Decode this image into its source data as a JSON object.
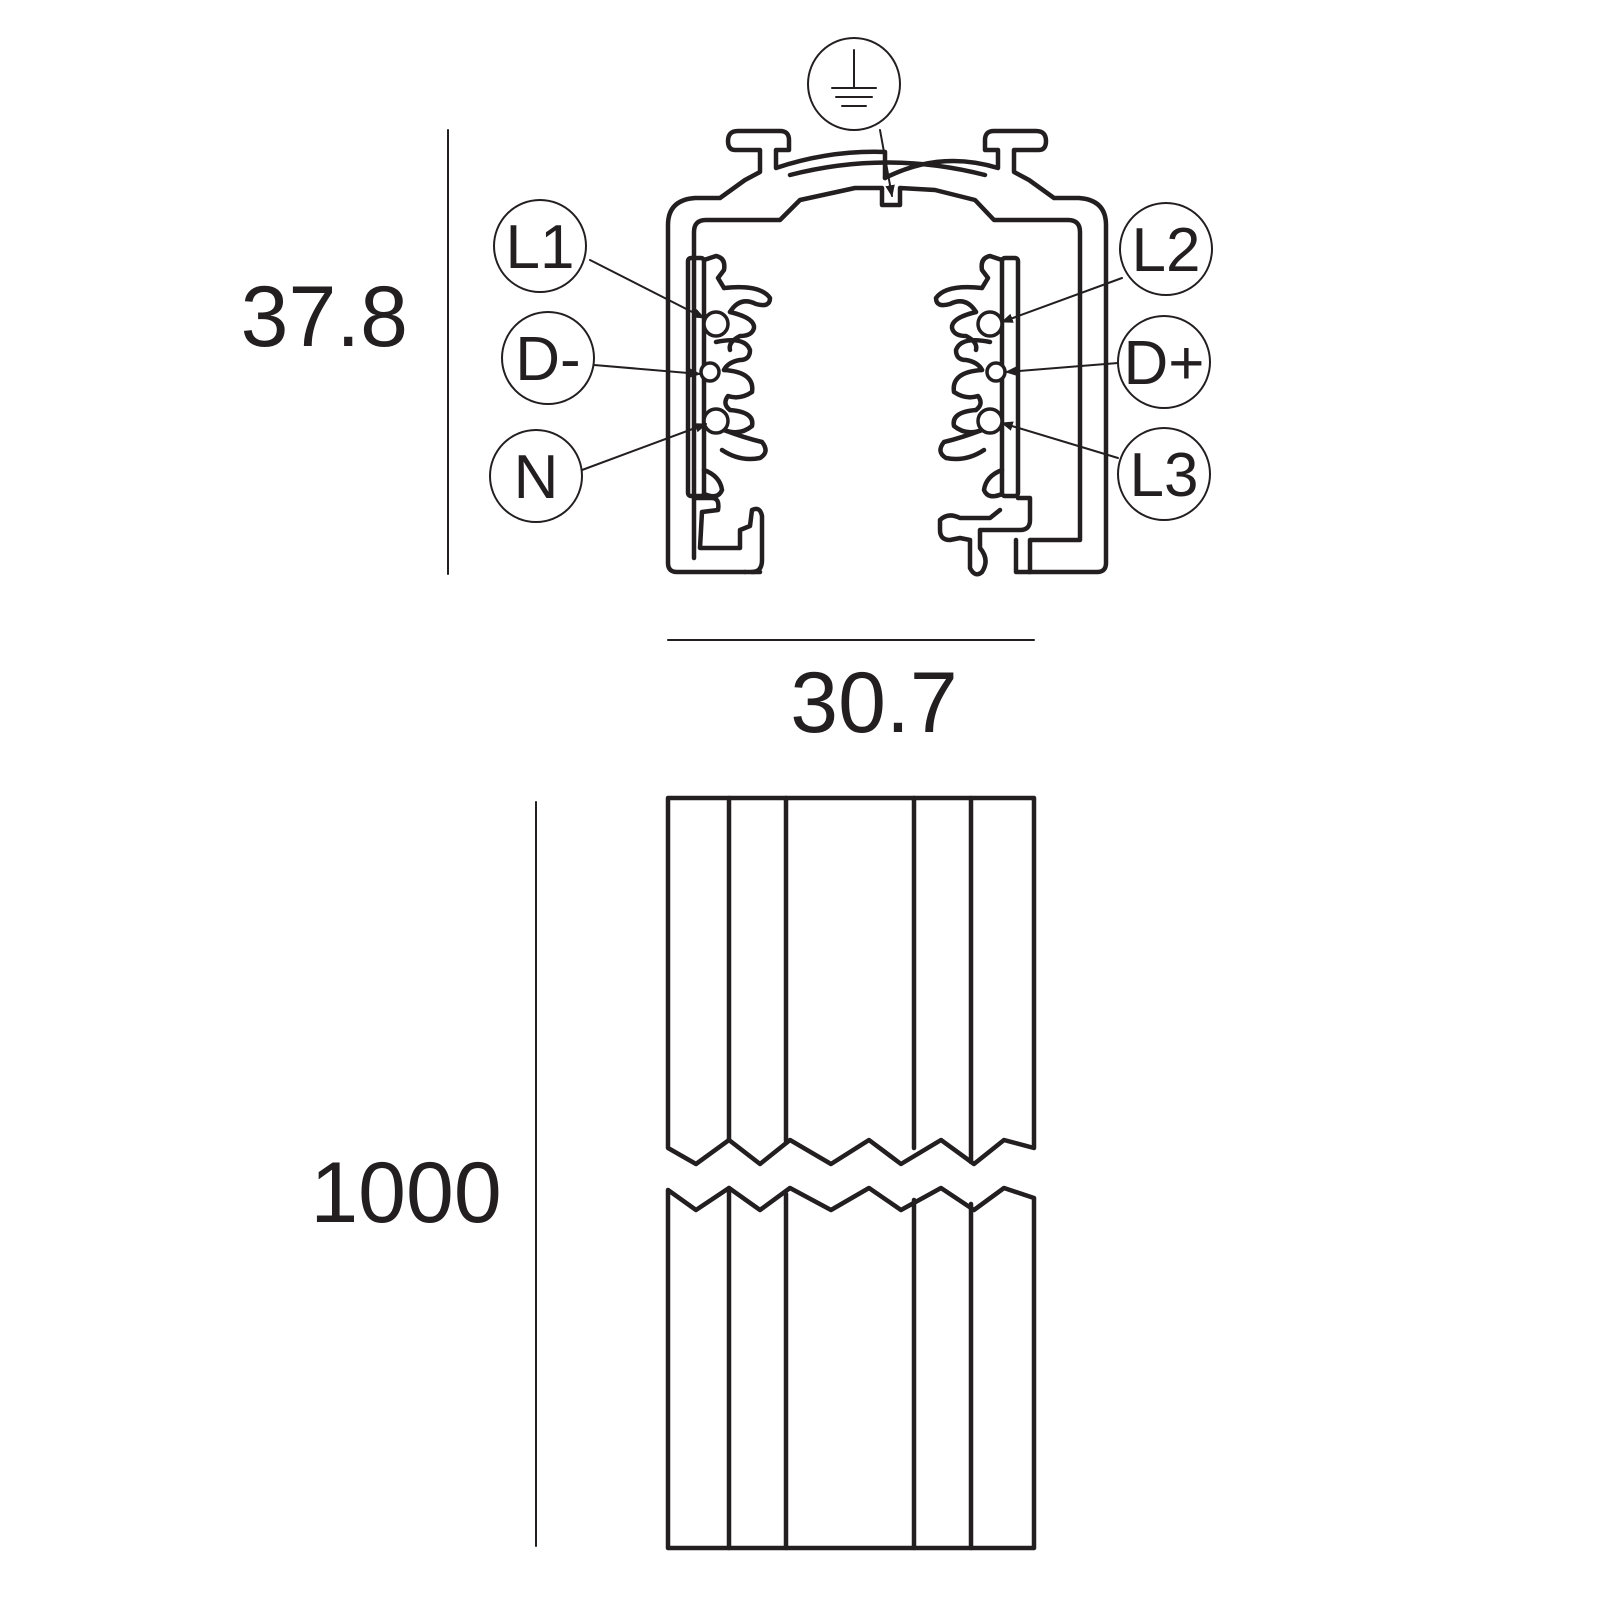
{
  "dimensions": {
    "height": "37.8",
    "width": "30.7",
    "length": "1000"
  },
  "callouts": {
    "earth": {
      "icon": "earth-ground-icon"
    },
    "l1": "L1",
    "d_minus": "D-",
    "n": "N",
    "l2": "L2",
    "d_plus": "D+",
    "l3": "L3"
  },
  "colors": {
    "stroke": "#231f20",
    "background": "#ffffff"
  }
}
